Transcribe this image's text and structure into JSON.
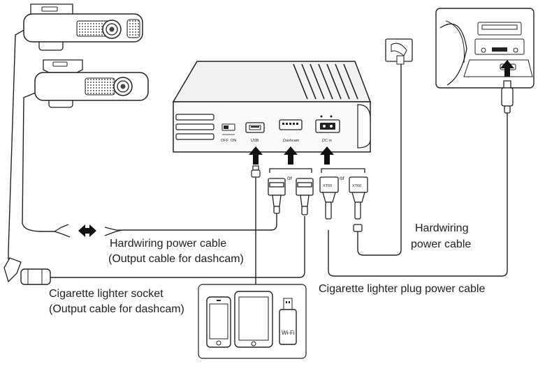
{
  "labels": {
    "hardwiring_dashcam_line1": "Hardwiring power cable",
    "hardwiring_dashcam_line2": "(Output cable for dashcam)",
    "cig_socket_line1": "Cigarette lighter socket",
    "cig_socket_line2": "(Output cable for dashcam)",
    "hardwiring_power_line1": "Hardwiring",
    "hardwiring_power_line2": "power cable",
    "cig_plug_power": "Cigarette lighter plug power cable"
  },
  "device": {
    "switch_off": "OFF",
    "switch_on": "ON",
    "port_usb": "USB",
    "port_dashcam": "Dashcam",
    "port_dcin": "DC in"
  },
  "connectors": {
    "or_left": "or",
    "or_right": "or",
    "xt_left": "XT60",
    "xt_right": "XT60"
  },
  "devices_box": {
    "wifi_label": "Wi-Fi"
  },
  "colors": {
    "line": "#222222",
    "device_fill": "#f2f2f2",
    "mesh": "#555555"
  }
}
